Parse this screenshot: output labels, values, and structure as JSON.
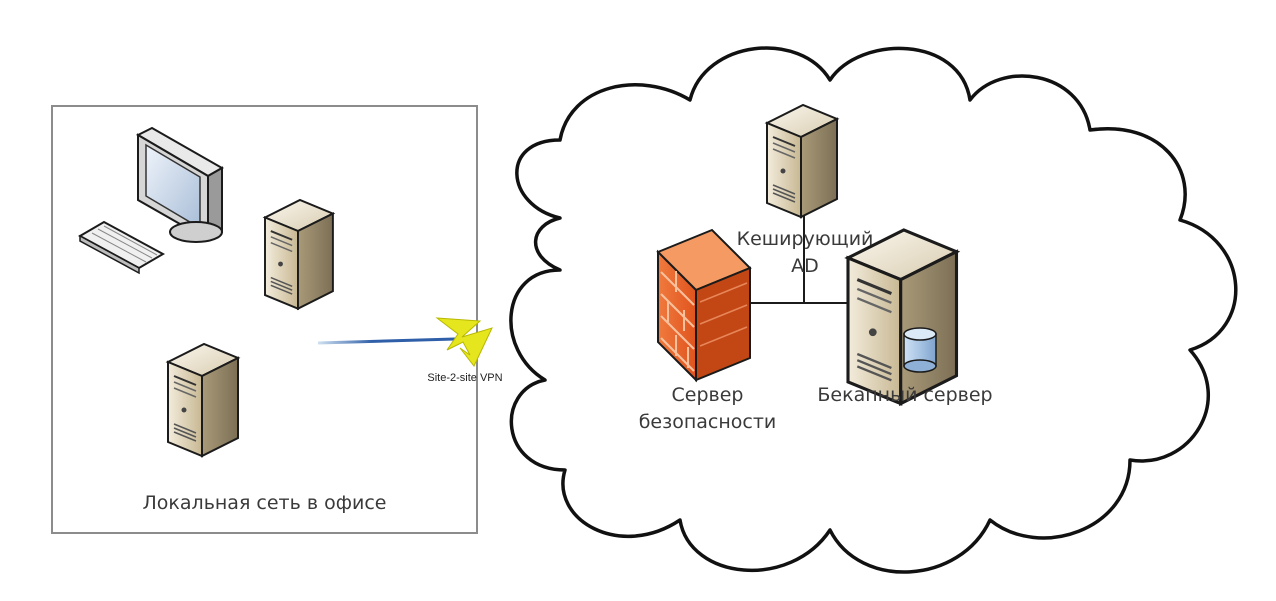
{
  "office": {
    "label": "Локальная сеть в офисе"
  },
  "link": {
    "label": "Site-2-site VPN"
  },
  "cloud": {
    "firewall_label_line1": "Сервер",
    "firewall_label_line2": "безопасности",
    "cache_ad_label_line1": "Кеширующий",
    "cache_ad_label_line2": "AD",
    "backup_label": "Бекапный сервер"
  },
  "colors": {
    "firewall": "#e8602c",
    "server_body": "#d9ccb0",
    "database": "#a9c7e8",
    "vpn_bolt": "#e6e61e"
  },
  "icons": [
    "desktop-computer-icon",
    "keyboard-icon",
    "server-icon",
    "firewall-icon",
    "database-icon",
    "lightning-bolt-icon",
    "cloud-shape"
  ]
}
